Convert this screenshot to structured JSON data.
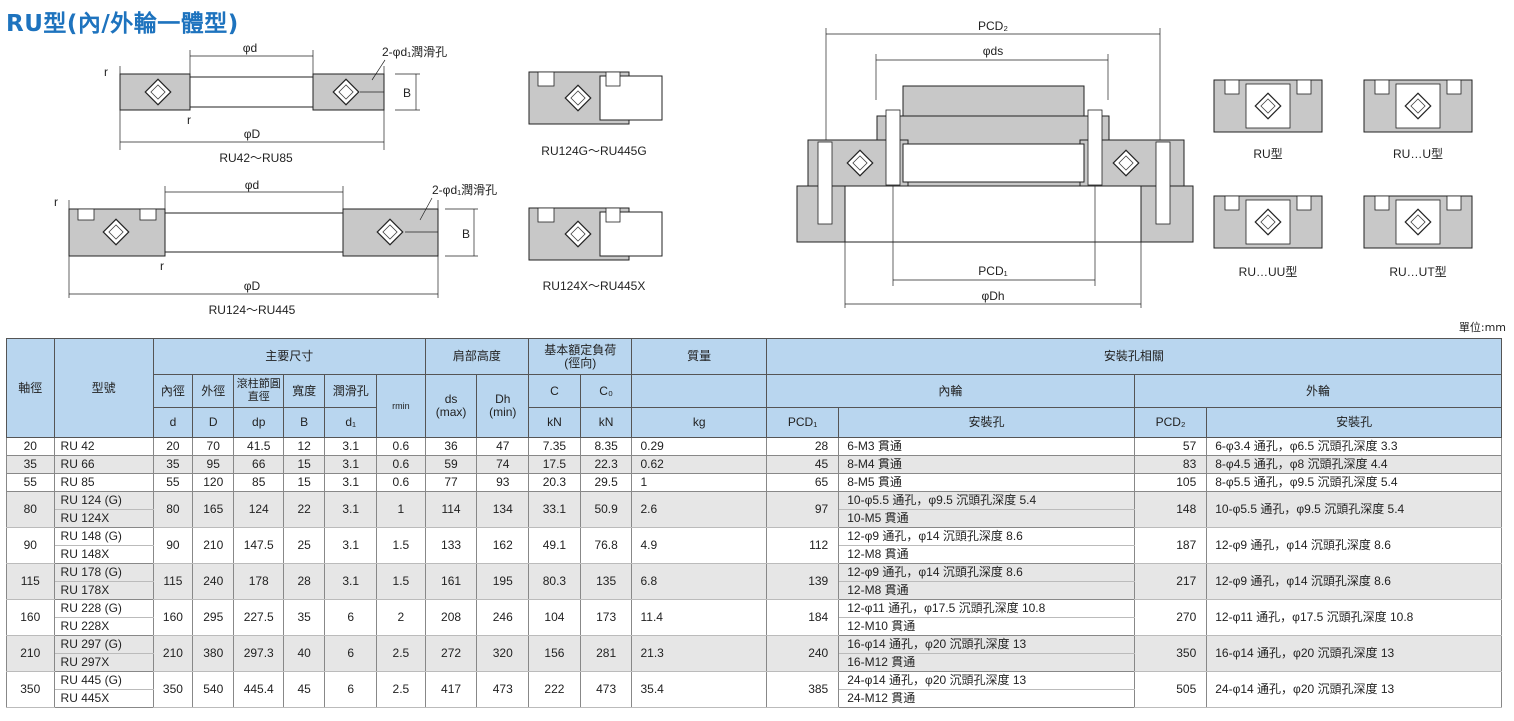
{
  "title": "RU型(內/外輪一體型)",
  "drawings": {
    "fig1": {
      "caption": "RU42～RU85",
      "d": "φd",
      "D": "φD",
      "hole": "2-φd₁潤滑孔",
      "B": "B",
      "r": "r"
    },
    "fig2": {
      "caption": "RU124～RU445",
      "d": "φd",
      "D": "φD",
      "hole": "2-φd₁潤滑孔",
      "B": "B",
      "r": "r"
    },
    "fig3": {
      "caption": "RU124G～RU445G"
    },
    "fig4": {
      "caption": "RU124X～RU445X"
    },
    "mount": {
      "pcd2": "PCD₂",
      "ds": "φds",
      "pcd1": "PCD₁",
      "dh": "φDh"
    },
    "variants": [
      "RU型",
      "RU…U型",
      "RU…UU型",
      "RU…UT型"
    ]
  },
  "unit": "單位:mm",
  "table": {
    "headers": {
      "shaft": "軸徑",
      "model": "型號",
      "main": "主要尺寸",
      "shoulder": "肩部高度",
      "load": "基本額定負荷",
      "load2": "(徑向)",
      "mass": "質量",
      "mount": "安裝孔相關",
      "inner": "內輪",
      "outer": "外輪",
      "id": "內徑",
      "od": "外徑",
      "dp": "滾柱節圓直徑",
      "width": "寬度",
      "oil": "潤滑孔",
      "c": "C",
      "c0": "C₀",
      "pcd1": "PCD₁",
      "pcd2": "PCD₂",
      "hole1": "安裝孔",
      "hole2": "安裝孔",
      "u_d": "d",
      "u_D": "D",
      "u_dp": "dp",
      "u_B": "B",
      "u_d1": "d₁",
      "u_r": "rmin",
      "u_ds": "ds\n(max)",
      "u_dh": "Dh\n(min)",
      "u_kn1": "kN",
      "u_kn2": "kN",
      "u_kg": "kg"
    },
    "rows": [
      {
        "shaft": "20",
        "models": [
          "RU 42"
        ],
        "d": "20",
        "D": "70",
        "dp": "41.5",
        "B": "12",
        "d1": "3.1",
        "r": "0.6",
        "ds": "36",
        "dh": "47",
        "c": "7.35",
        "c0": "8.35",
        "kg": "0.29",
        "pcd1": "28",
        "inner": [
          "6-M3 貫通"
        ],
        "pcd2": "57",
        "outer": "6-φ3.4 通孔，φ6.5 沉頭孔深度 3.3"
      },
      {
        "shaft": "35",
        "models": [
          "RU 66"
        ],
        "d": "35",
        "D": "95",
        "dp": "66",
        "B": "15",
        "d1": "3.1",
        "r": "0.6",
        "ds": "59",
        "dh": "74",
        "c": "17.5",
        "c0": "22.3",
        "kg": "0.62",
        "pcd1": "45",
        "inner": [
          "8-M4 貫通"
        ],
        "pcd2": "83",
        "outer": "8-φ4.5 通孔，φ8 沉頭孔深度 4.4"
      },
      {
        "shaft": "55",
        "models": [
          "RU 85"
        ],
        "d": "55",
        "D": "120",
        "dp": "85",
        "B": "15",
        "d1": "3.1",
        "r": "0.6",
        "ds": "77",
        "dh": "93",
        "c": "20.3",
        "c0": "29.5",
        "kg": "1",
        "pcd1": "65",
        "inner": [
          "8-M5 貫通"
        ],
        "pcd2": "105",
        "outer": "8-φ5.5 通孔，φ9.5 沉頭孔深度 5.4"
      },
      {
        "shaft": "80",
        "models": [
          "RU 124 (G)",
          "RU 124X"
        ],
        "d": "80",
        "D": "165",
        "dp": "124",
        "B": "22",
        "d1": "3.1",
        "r": "1",
        "ds": "114",
        "dh": "134",
        "c": "33.1",
        "c0": "50.9",
        "kg": "2.6",
        "pcd1": "97",
        "inner": [
          "10-φ5.5 通孔，φ9.5 沉頭孔深度 5.4",
          "10-M5 貫通"
        ],
        "pcd2": "148",
        "outer": "10-φ5.5 通孔，φ9.5 沉頭孔深度 5.4"
      },
      {
        "shaft": "90",
        "models": [
          "RU 148 (G)",
          "RU 148X"
        ],
        "d": "90",
        "D": "210",
        "dp": "147.5",
        "B": "25",
        "d1": "3.1",
        "r": "1.5",
        "ds": "133",
        "dh": "162",
        "c": "49.1",
        "c0": "76.8",
        "kg": "4.9",
        "pcd1": "112",
        "inner": [
          "12-φ9 通孔，φ14 沉頭孔深度 8.6",
          "12-M8 貫通"
        ],
        "pcd2": "187",
        "outer": "12-φ9 通孔，φ14 沉頭孔深度 8.6"
      },
      {
        "shaft": "115",
        "models": [
          "RU 178 (G)",
          "RU 178X"
        ],
        "d": "115",
        "D": "240",
        "dp": "178",
        "B": "28",
        "d1": "3.1",
        "r": "1.5",
        "ds": "161",
        "dh": "195",
        "c": "80.3",
        "c0": "135",
        "kg": "6.8",
        "pcd1": "139",
        "inner": [
          "12-φ9 通孔，φ14 沉頭孔深度 8.6",
          "12-M8 貫通"
        ],
        "pcd2": "217",
        "outer": "12-φ9 通孔，φ14 沉頭孔深度 8.6"
      },
      {
        "shaft": "160",
        "models": [
          "RU 228 (G)",
          "RU 228X"
        ],
        "d": "160",
        "D": "295",
        "dp": "227.5",
        "B": "35",
        "d1": "6",
        "r": "2",
        "ds": "208",
        "dh": "246",
        "c": "104",
        "c0": "173",
        "kg": "11.4",
        "pcd1": "184",
        "inner": [
          "12-φ11 通孔，φ17.5 沉頭孔深度 10.8",
          "12-M10 貫通"
        ],
        "pcd2": "270",
        "outer": "12-φ11 通孔，φ17.5 沉頭孔深度 10.8"
      },
      {
        "shaft": "210",
        "models": [
          "RU 297 (G)",
          "RU 297X"
        ],
        "d": "210",
        "D": "380",
        "dp": "297.3",
        "B": "40",
        "d1": "6",
        "r": "2.5",
        "ds": "272",
        "dh": "320",
        "c": "156",
        "c0": "281",
        "kg": "21.3",
        "pcd1": "240",
        "inner": [
          "16-φ14 通孔，φ20 沉頭孔深度 13",
          "16-M12 貫通"
        ],
        "pcd2": "350",
        "outer": "16-φ14 通孔，φ20 沉頭孔深度 13"
      },
      {
        "shaft": "350",
        "models": [
          "RU 445 (G)",
          "RU 445X"
        ],
        "d": "350",
        "D": "540",
        "dp": "445.4",
        "B": "45",
        "d1": "6",
        "r": "2.5",
        "ds": "417",
        "dh": "473",
        "c": "222",
        "c0": "473",
        "kg": "35.4",
        "pcd1": "385",
        "inner": [
          "24-φ14 通孔，φ20 沉頭孔深度 13",
          "24-M12 貫通"
        ],
        "pcd2": "505",
        "outer": "24-φ14 通孔，φ20 沉頭孔深度 13"
      }
    ]
  }
}
